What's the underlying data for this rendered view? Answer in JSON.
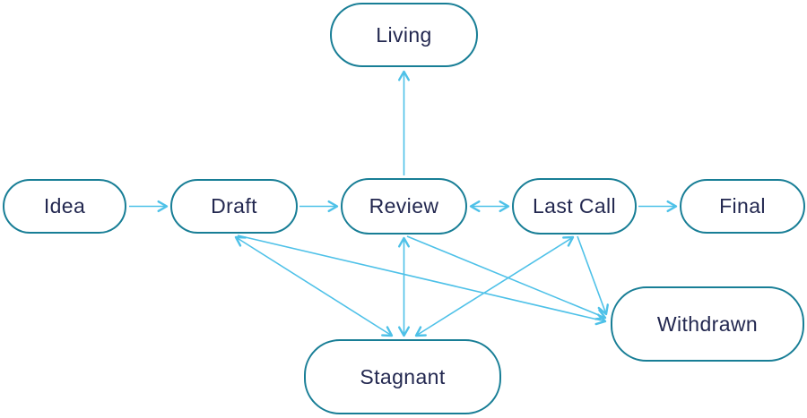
{
  "colors": {
    "background": "#ffffff",
    "node_border": "#187e96",
    "node_text": "#232850",
    "arrow": "#4ec1e8"
  },
  "nodes": {
    "idea": {
      "label": "Idea"
    },
    "draft": {
      "label": "Draft"
    },
    "review": {
      "label": "Review"
    },
    "last_call": {
      "label": "Last Call"
    },
    "final": {
      "label": "Final"
    },
    "living": {
      "label": "Living"
    },
    "stagnant": {
      "label": "Stagnant"
    },
    "withdrawn": {
      "label": "Withdrawn"
    }
  },
  "edges": [
    {
      "from": "idea",
      "to": "draft",
      "arrows": "end",
      "points": [
        144,
        230.5,
        186,
        230.5
      ]
    },
    {
      "from": "draft",
      "to": "review",
      "arrows": "end",
      "points": [
        334,
        230.5,
        376,
        230.5
      ]
    },
    {
      "from": "review",
      "to": "last_call",
      "arrows": "both",
      "points": [
        525,
        230.5,
        567,
        230.5
      ]
    },
    {
      "from": "last_call",
      "to": "final",
      "arrows": "end",
      "points": [
        712,
        230.5,
        754,
        230.5
      ]
    },
    {
      "from": "review",
      "to": "living",
      "arrows": "end",
      "points": [
        450.5,
        196,
        450.5,
        80
      ]
    },
    {
      "from": "draft",
      "to": "stagnant",
      "arrows": "both",
      "points": [
        263,
        265,
        437,
        375
      ]
    },
    {
      "from": "review",
      "to": "stagnant",
      "arrows": "both",
      "points": [
        450.5,
        266,
        450.5,
        375
      ]
    },
    {
      "from": "last_call",
      "to": "stagnant",
      "arrows": "both",
      "points": [
        639,
        265,
        464,
        375
      ]
    },
    {
      "from": "draft",
      "to": "withdrawn",
      "arrows": "end",
      "points": [
        265,
        263,
        675,
        359
      ]
    },
    {
      "from": "review",
      "to": "withdrawn",
      "arrows": "end",
      "points": [
        454,
        264,
        675,
        355
      ]
    },
    {
      "from": "last_call",
      "to": "withdrawn",
      "arrows": "end",
      "points": [
        644,
        264,
        676,
        351
      ]
    }
  ]
}
